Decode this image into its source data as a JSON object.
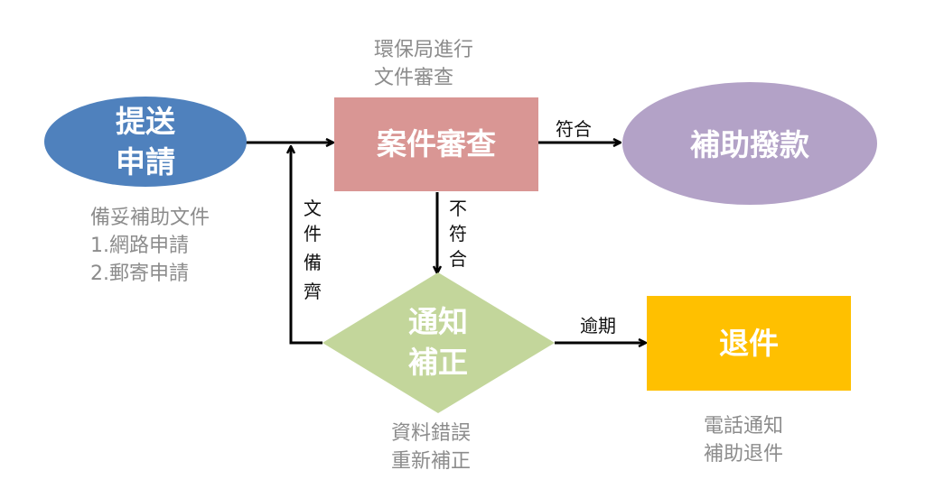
{
  "colors": {
    "submit": "#4f81bd",
    "review": "#d99694",
    "payment": "#b3a2c7",
    "notify": "#c3d69b",
    "return": "#ffc000",
    "note_text": "#8c8c8c",
    "edge": "#000000"
  },
  "nodes": {
    "submit": {
      "line1": "提送",
      "line2": "申請"
    },
    "review": {
      "label": "案件審查"
    },
    "payment": {
      "label": "補助撥款"
    },
    "notify": {
      "line1": "通知",
      "line2": "補正"
    },
    "return": {
      "label": "退件"
    }
  },
  "edges": {
    "pass": "符合",
    "fail": [
      "不",
      "符",
      "合"
    ],
    "docs_ready": [
      "文",
      "件",
      "備",
      "齊"
    ],
    "overdue": "逾期"
  },
  "notes": {
    "review_note": [
      "環保局進行",
      "文件審查"
    ],
    "submit_note": [
      "備妥補助文件",
      "1.網路申請",
      "2.郵寄申請"
    ],
    "notify_note": [
      "資料錯誤",
      "重新補正"
    ],
    "return_note": [
      "電話通知",
      "補助退件"
    ]
  }
}
